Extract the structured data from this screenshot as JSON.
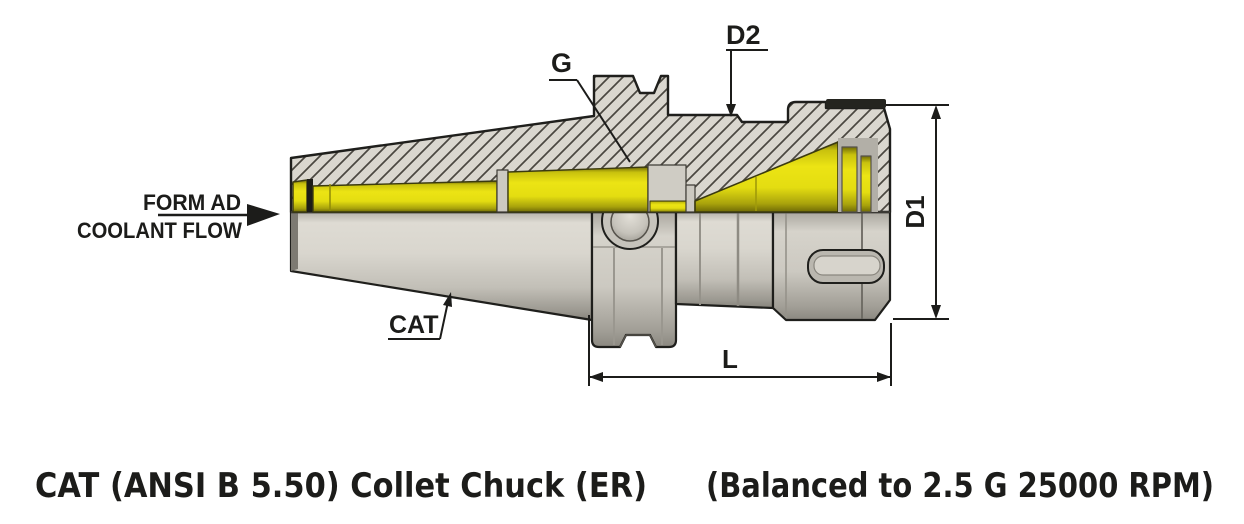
{
  "diagram": {
    "type": "technical-drawing",
    "subject": "CAT (ANSI B 5.50) ER collet chuck tool holder, half-section view",
    "annotations": {
      "coolant_label_line1": "FORM AD",
      "coolant_label_line2": "COOLANT FLOW",
      "thread_label": "G",
      "flange_dim_label": "D2",
      "nut_dim_label": "D1",
      "length_dim_label": "L",
      "taper_label": "CAT"
    },
    "caption": {
      "left": "CAT (ANSI B 5.50) Collet Chuck (ER)",
      "right": "(Balanced to 2.5 G 25000 RPM)"
    },
    "colors": {
      "background": "#ffffff",
      "outline": "#1f1f1c",
      "hatch_background": "#dad7cf",
      "hatch_line": "#4a4740",
      "body_gray_light": "#dedbd3",
      "body_gray_dark": "#8b8880",
      "coolant_yellow_bright": "#ece414",
      "coolant_yellow_dark": "#6f6a06",
      "seal_band_dark": "#24241f",
      "annotation_ink": "#1c1c1a"
    }
  }
}
